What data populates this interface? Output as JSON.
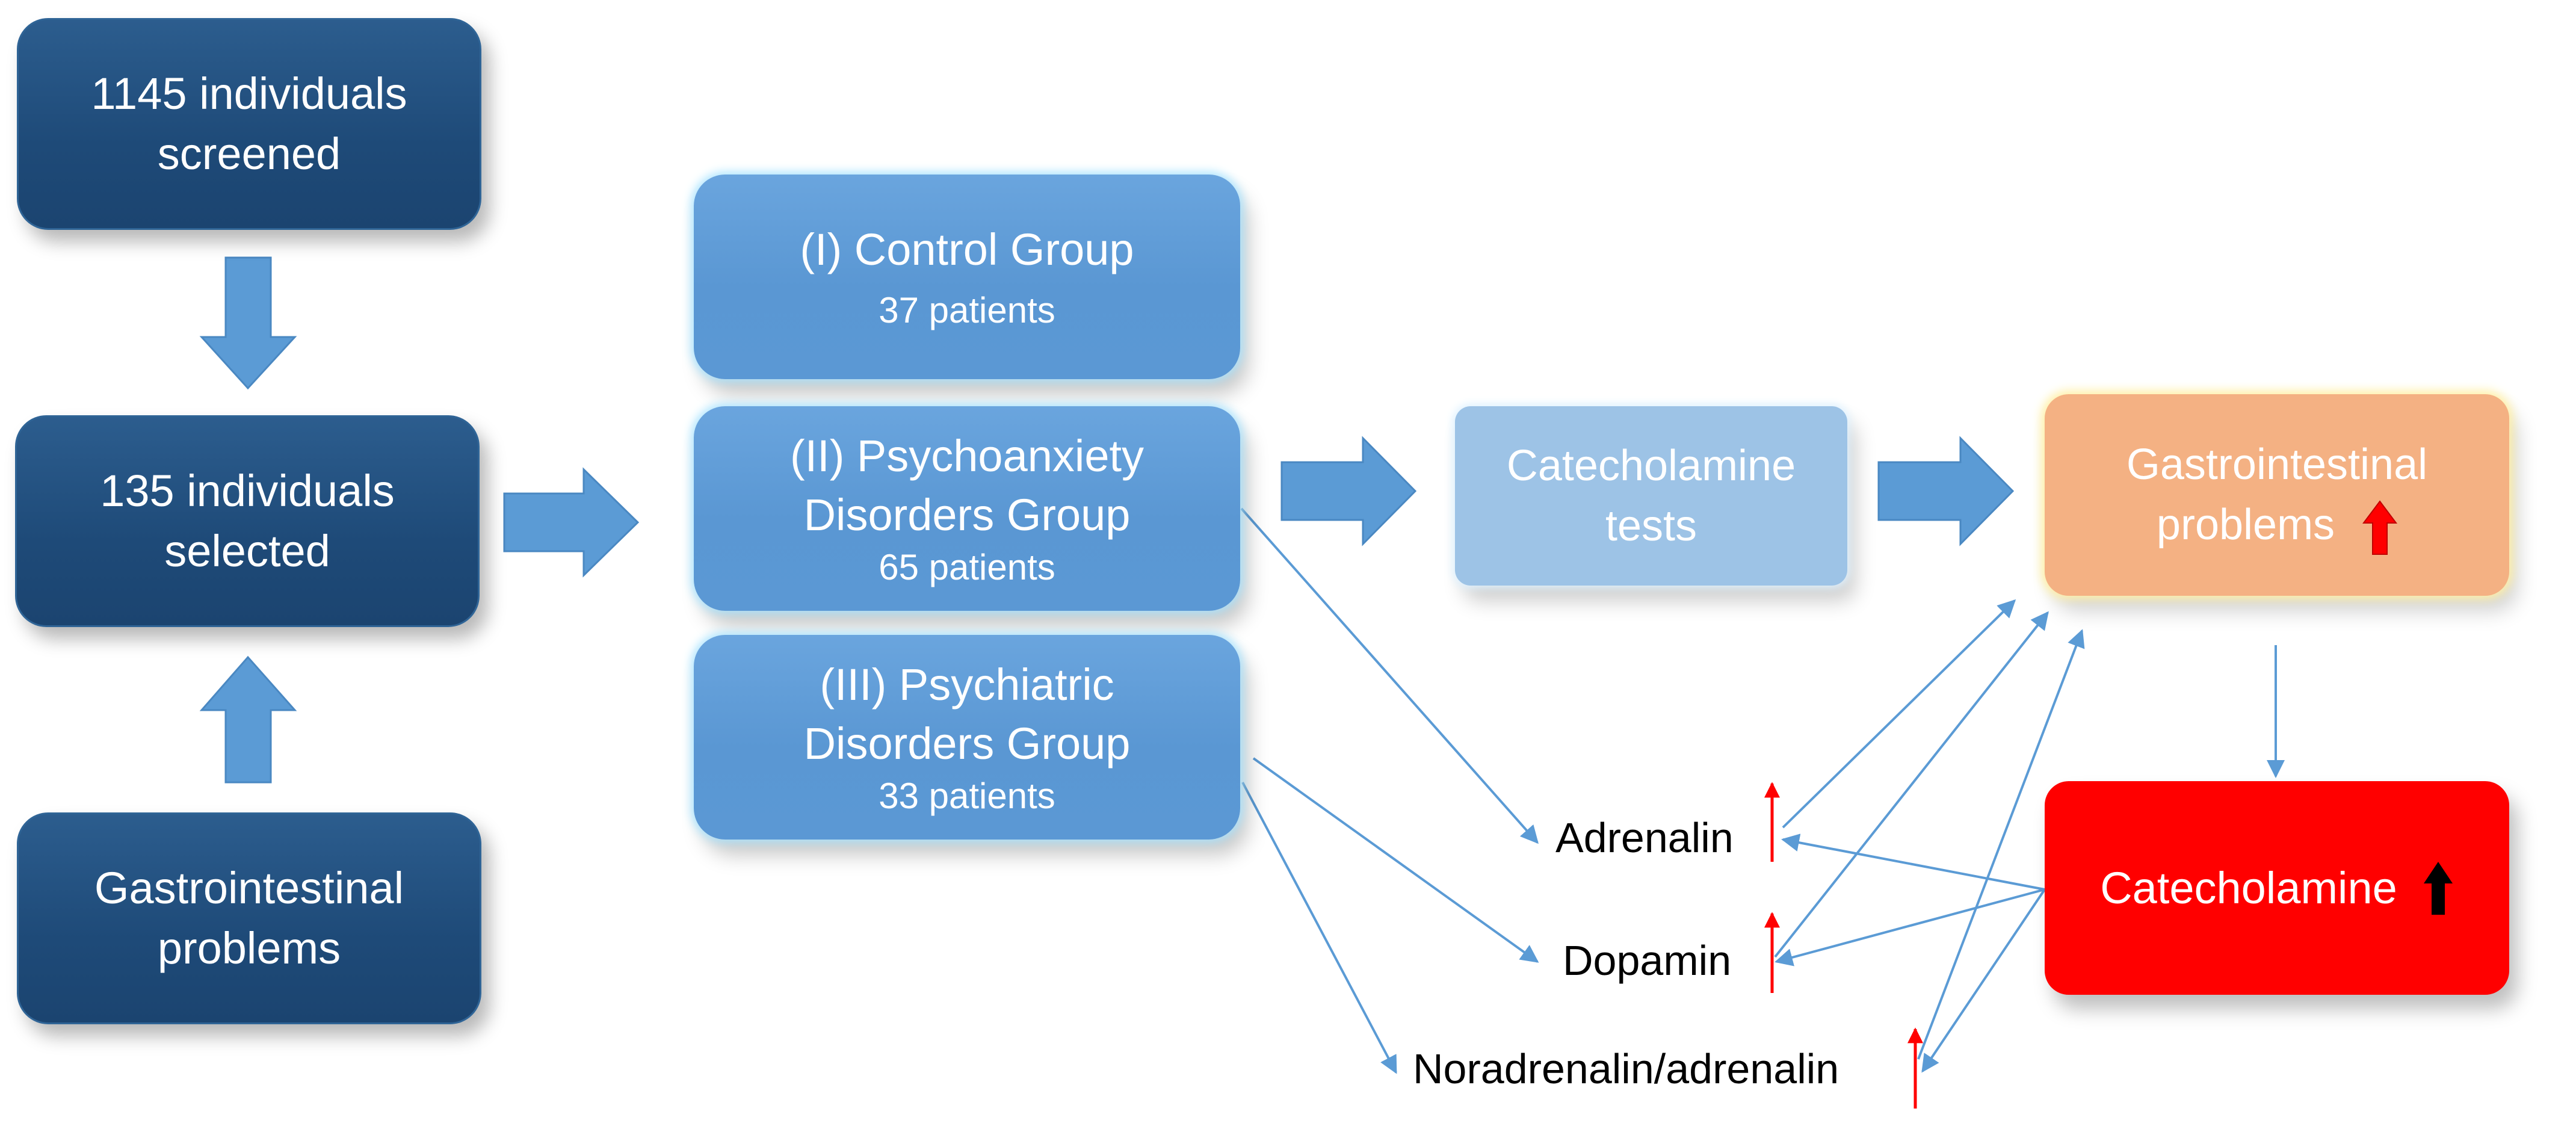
{
  "nodes": {
    "screened": {
      "line1": "1145 individuals",
      "line2": "screened"
    },
    "selected": {
      "line1": "135 individuals",
      "line2": "selected"
    },
    "gi_source": {
      "line1": "Gastrointestinal",
      "line2": "problems"
    },
    "control": {
      "line1": "(I) Control Group",
      "sub": "37 patients"
    },
    "psychoanxiety": {
      "line1": "(II) Psychoanxiety",
      "line2": "Disorders Group",
      "sub": "65 patients"
    },
    "psychiatric": {
      "line1": "(III) Psychiatric",
      "line2": "Disorders Group",
      "sub": "33 patients"
    },
    "tests": {
      "line1": "Catecholamine",
      "line2": "tests"
    },
    "gi_outcome": {
      "line1": "Gastrointestinal",
      "line2": "problems"
    },
    "catecholamine": {
      "label": "Catecholamine"
    }
  },
  "markers": {
    "adrenalin": "Adrenalin",
    "dopamin": "Dopamin",
    "noradrenalin": "Noradrenalin/adrenalin"
  },
  "colors": {
    "dark_box": "#1e4a78",
    "group_box": "#5b9bd5",
    "tests_box": "#9dc3e6",
    "gi_box": "#f4b183",
    "catecholamine_box": "#ff0000",
    "block_arrow": "#5b9bd5",
    "connector": "#5b9bd5",
    "increase_arrow": "#ff0000"
  },
  "icons": {
    "increase": "up-arrow-icon",
    "flow": "block-arrow-icon"
  }
}
